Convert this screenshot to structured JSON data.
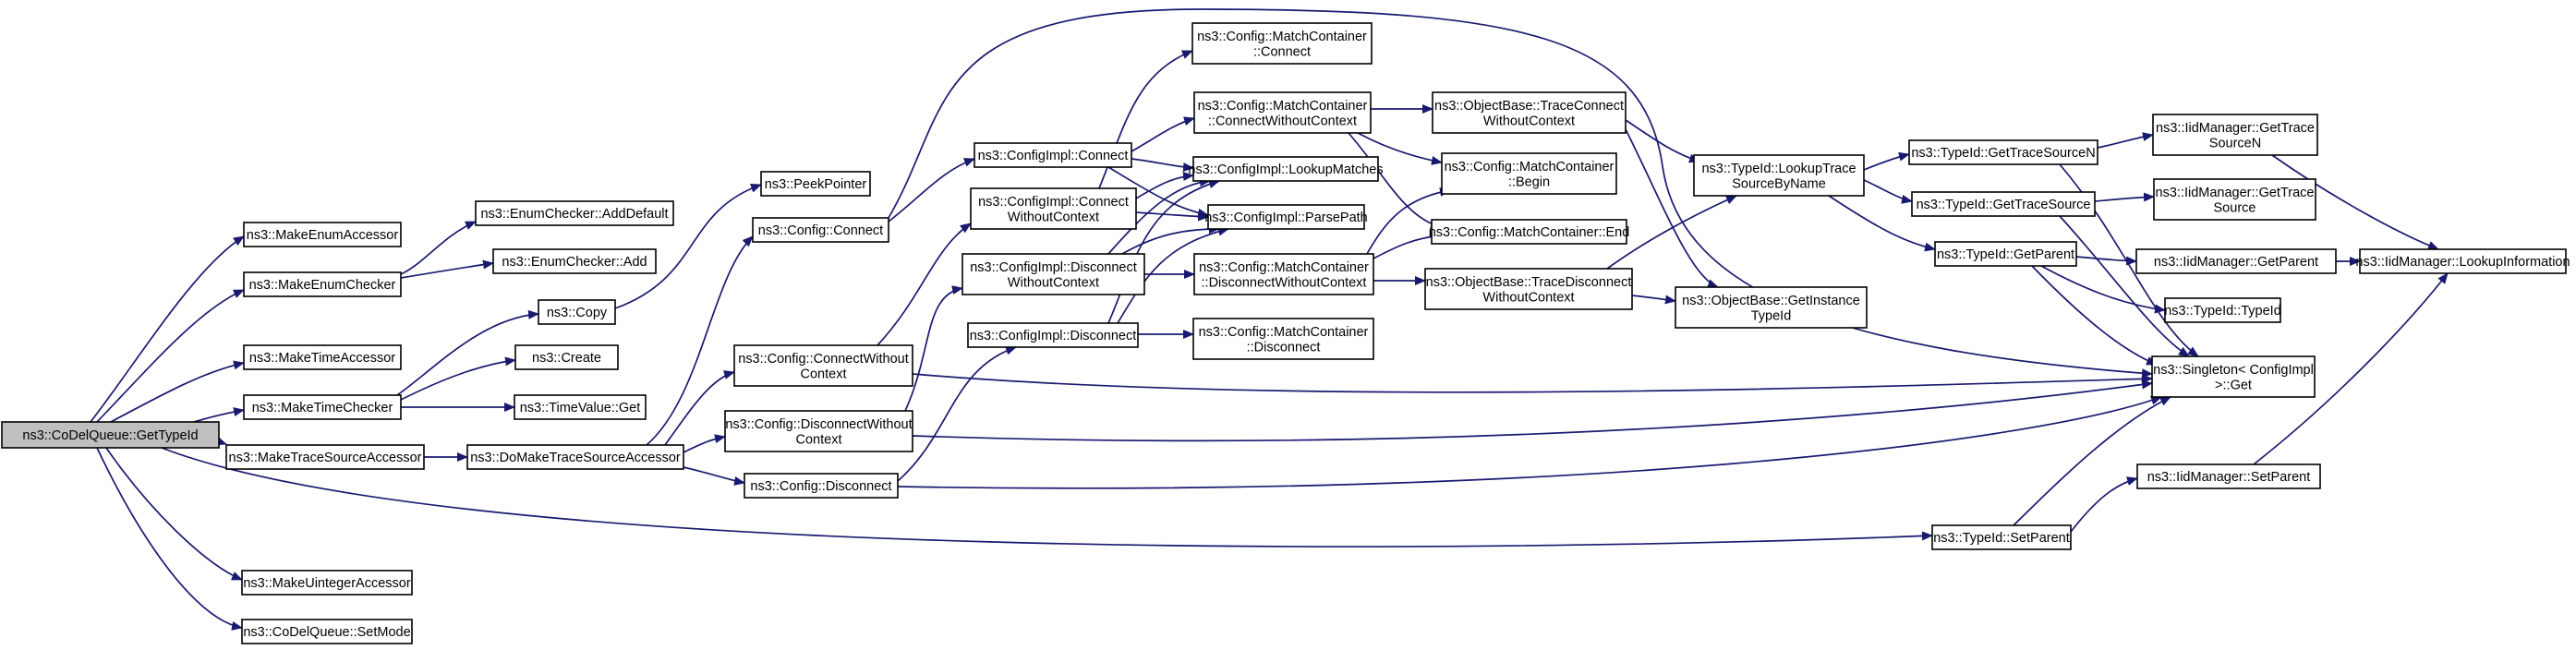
{
  "graph": {
    "nodes": {
      "cdq_gettypeid": [
        "ns3::CoDelQueue::GetTypeId"
      ],
      "make_enum_accessor": [
        "ns3::MakeEnumAccessor"
      ],
      "make_enum_checker": [
        "ns3::MakeEnumChecker"
      ],
      "make_time_accessor": [
        "ns3::MakeTimeAccessor"
      ],
      "make_time_checker": [
        "ns3::MakeTimeChecker"
      ],
      "make_trace_source_accessor": [
        "ns3::MakeTraceSourceAccessor"
      ],
      "make_uinteger_accessor": [
        "ns3::MakeUintegerAccessor"
      ],
      "cdq_setmode": [
        "ns3::CoDelQueue::SetMode"
      ],
      "enum_adddefault": [
        "ns3::EnumChecker::AddDefault"
      ],
      "enum_add": [
        "ns3::EnumChecker::Add"
      ],
      "copy": [
        "ns3::Copy"
      ],
      "create": [
        "ns3::Create"
      ],
      "timevalue_get": [
        "ns3::TimeValue::Get"
      ],
      "do_make_trace_source_accessor": [
        "ns3::DoMakeTraceSourceAccessor"
      ],
      "peek_pointer": [
        "ns3::PeekPointer"
      ],
      "config_connect": [
        "ns3::Config::Connect"
      ],
      "config_connect_wo": [
        "ns3::Config::ConnectWithout",
        "Context"
      ],
      "config_disconnect_wo": [
        "ns3::Config::DisconnectWithout",
        "Context"
      ],
      "config_disconnect": [
        "ns3::Config::Disconnect"
      ],
      "impl_connect": [
        "ns3::ConfigImpl::Connect"
      ],
      "impl_connect_wo": [
        "ns3::ConfigImpl::Connect",
        "WithoutContext"
      ],
      "impl_disconnect_wo": [
        "ns3::ConfigImpl::Disconnect",
        "WithoutContext"
      ],
      "impl_disconnect": [
        "ns3::ConfigImpl::Disconnect"
      ],
      "mc_connect": [
        "ns3::Config::MatchContainer",
        "::Connect"
      ],
      "mc_connect_wo": [
        "ns3::Config::MatchContainer",
        "::ConnectWithoutContext"
      ],
      "impl_lookup": [
        "ns3::ConfigImpl::LookupMatches"
      ],
      "impl_parsepath": [
        "ns3::ConfigImpl::ParsePath"
      ],
      "mc_disconnect_wo": [
        "ns3::Config::MatchContainer",
        "::DisconnectWithoutContext"
      ],
      "mc_disconnect": [
        "ns3::Config::MatchContainer",
        "::Disconnect"
      ],
      "ob_trace_connect": [
        "ns3::ObjectBase::TraceConnect",
        "WithoutContext"
      ],
      "mc_begin": [
        "ns3::Config::MatchContainer",
        "::Begin"
      ],
      "mc_end": [
        "ns3::Config::MatchContainer::End"
      ],
      "ob_trace_disconnect": [
        "ns3::ObjectBase::TraceDisconnect",
        "WithoutContext"
      ],
      "ob_get_instance": [
        "ns3::ObjectBase::GetInstance",
        "TypeId"
      ],
      "tid_lookup": [
        "ns3::TypeId::LookupTrace",
        "SourceByName"
      ],
      "tid_gettsn": [
        "ns3::TypeId::GetTraceSourceN"
      ],
      "tid_getts": [
        "ns3::TypeId::GetTraceSource"
      ],
      "tid_getparent": [
        "ns3::TypeId::GetParent"
      ],
      "tid_typeid": [
        "ns3::TypeId::TypeId"
      ],
      "tid_setparent": [
        "ns3::TypeId::SetParent"
      ],
      "singleton_get": [
        "ns3::Singleton< ConfigImpl",
        " >::Get"
      ],
      "iid_gettsn": [
        "ns3::IidManager::GetTrace",
        "SourceN"
      ],
      "iid_getts": [
        "ns3::IidManager::GetTrace",
        "Source"
      ],
      "iid_getparent": [
        "ns3::IidManager::GetParent"
      ],
      "iid_setparent": [
        "ns3::IidManager::SetParent"
      ],
      "iid_lookup_info": [
        "ns3::IidManager::LookupInformation"
      ]
    }
  }
}
